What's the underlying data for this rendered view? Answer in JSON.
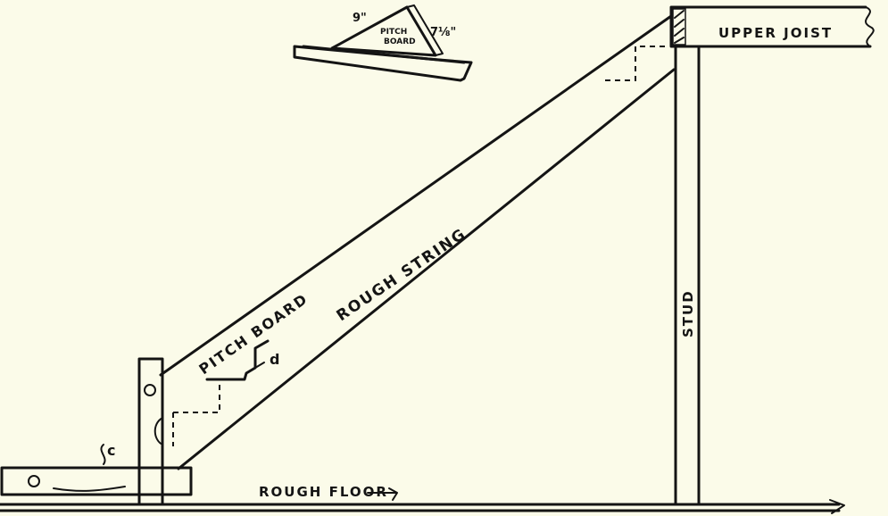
{
  "labels": {
    "upper_joist": "UPPER JOIST",
    "stud": "STUD",
    "rough_string": "ROUGH STRING",
    "pitch_board": "PITCH BOARD",
    "rough_floor": "ROUGH FLOOR",
    "letter_d": "d",
    "letter_c": "c"
  },
  "inset": {
    "run": "9\"",
    "rise": "7⅛\"",
    "name_line1": "PITCH",
    "name_line2": "BOARD"
  },
  "colors": {
    "paper": "#fbfbe9",
    "ink": "#141414"
  }
}
